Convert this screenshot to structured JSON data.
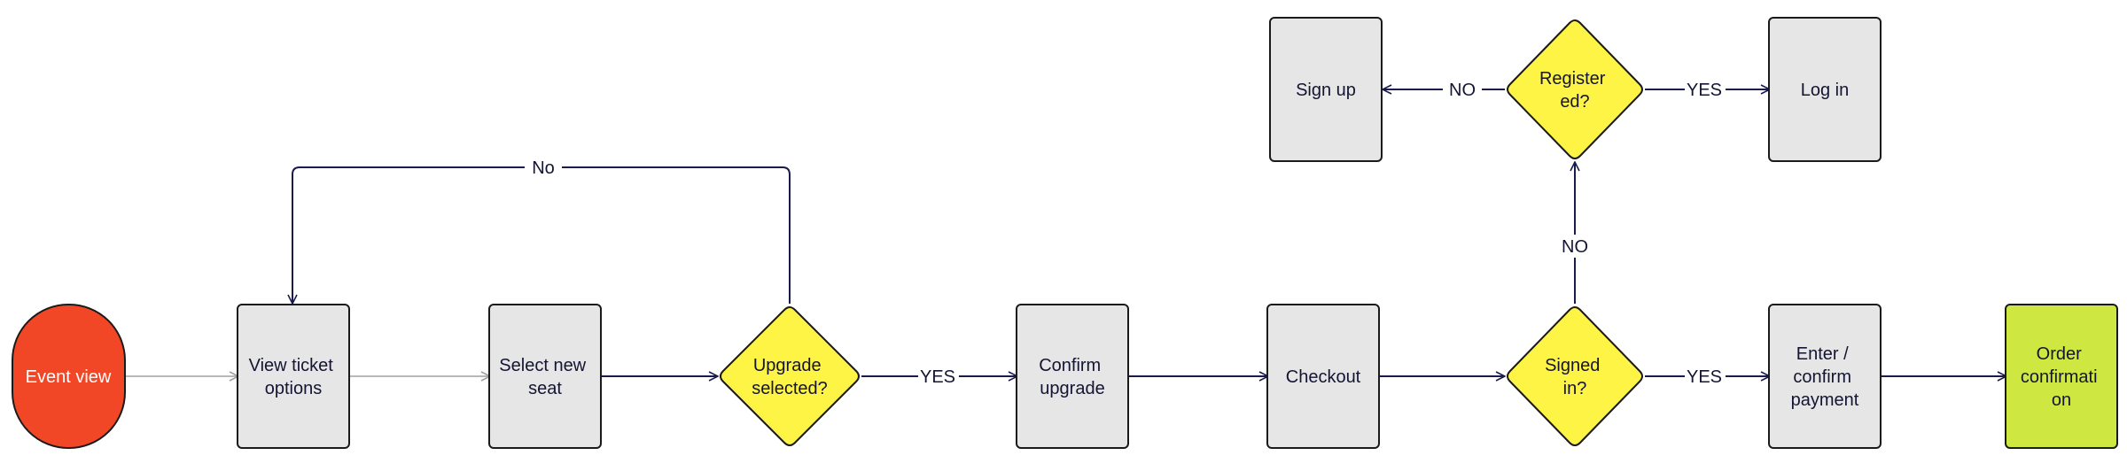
{
  "diagram": {
    "nodes": {
      "event_view": {
        "lines": [
          "Event view"
        ],
        "shape": "terminal",
        "fill": "#f24726",
        "text_color": "#ffffff"
      },
      "view_ticket_options": {
        "lines": [
          "View ticket",
          "options"
        ],
        "shape": "process",
        "fill": "#e6e6e6"
      },
      "select_new_seat": {
        "lines": [
          "Select new",
          "seat"
        ],
        "shape": "process",
        "fill": "#e6e6e6"
      },
      "upgrade_selected": {
        "lines": [
          "Upgrade",
          "selected?"
        ],
        "shape": "decision",
        "fill": "#fef445"
      },
      "confirm_upgrade": {
        "lines": [
          "Confirm",
          "upgrade"
        ],
        "shape": "process",
        "fill": "#e6e6e6"
      },
      "checkout": {
        "lines": [
          "Checkout"
        ],
        "shape": "process",
        "fill": "#e6e6e6"
      },
      "signed_in": {
        "lines": [
          "Signed",
          "in?"
        ],
        "shape": "decision",
        "fill": "#fef445"
      },
      "enter_confirm_payment": {
        "lines": [
          "Enter /",
          "confirm",
          "payment"
        ],
        "shape": "process",
        "fill": "#e6e6e6"
      },
      "order_confirmation": {
        "lines": [
          "Order",
          "confirmati",
          "on"
        ],
        "shape": "process",
        "fill": "#cee741"
      },
      "registered": {
        "lines": [
          "Register",
          "ed?"
        ],
        "shape": "decision",
        "fill": "#fef445"
      },
      "sign_up": {
        "lines": [
          "Sign up"
        ],
        "shape": "process",
        "fill": "#e6e6e6"
      },
      "log_in": {
        "lines": [
          "Log in"
        ],
        "shape": "process",
        "fill": "#e6e6e6"
      }
    },
    "edge_labels": {
      "upgrade_no": "No",
      "upgrade_yes": "YES",
      "signed_no": "NO",
      "signed_yes": "YES",
      "registered_no": "NO",
      "registered_yes": "YES"
    },
    "colors": {
      "line": "#1a1a4d",
      "light_line": "#a0a0a0",
      "stroke": "#1a1a1a"
    }
  }
}
